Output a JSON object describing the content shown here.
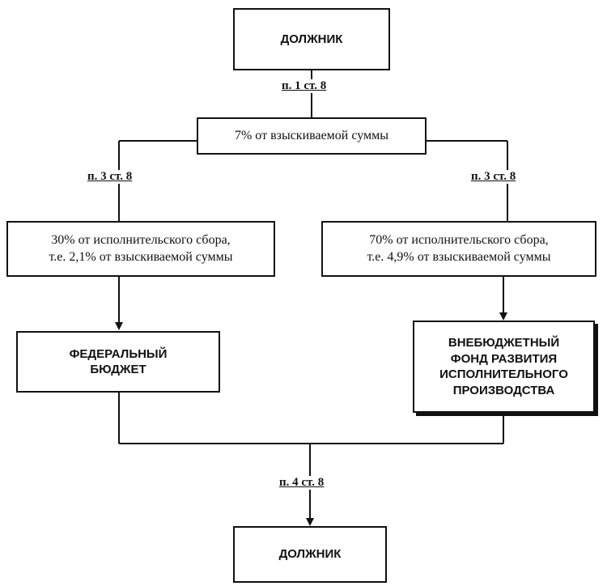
{
  "boxes": {
    "debtor_top": "ДОЛЖНИК",
    "fee_total": "7% от взыскиваемой суммы",
    "fee_left": "30% от исполнительского сбора,\nт.е. 2,1% от взыскиваемой суммы",
    "fee_right": "70% от исполнительского сбора,\nт.е. 4,9% от взыскиваемой суммы",
    "federal_budget": "ФЕДЕРАЛЬНЫЙ\nБЮДЖЕТ",
    "extra_fund": "ВНЕБЮДЖЕТНЫЙ\nФОНД РАЗВИТИЯ\nИСПОЛНИТЕЛЬНОГО\nПРОИЗВОДСТВА",
    "debtor_bottom": "ДОЛЖНИК"
  },
  "refs": {
    "p1": "п. 1 ст. 8",
    "p3_left": "п. 3 ст. 8",
    "p3_right": "п. 3 ст. 8",
    "p4": "п. 4 ст. 8"
  }
}
